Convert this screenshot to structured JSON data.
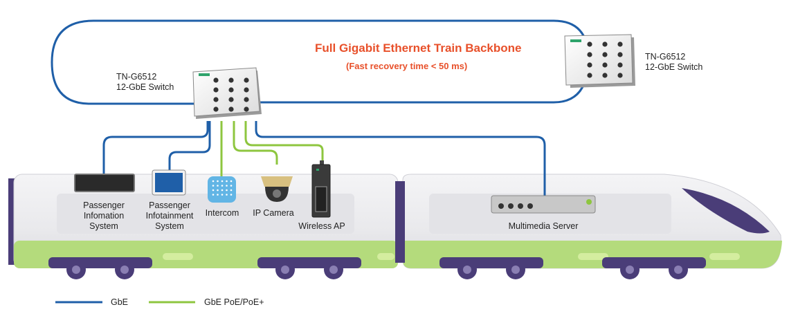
{
  "backbone": {
    "title": "Full Gigabit Ethernet Train Backbone",
    "subtitle": "(Fast recovery time < 50 ms)"
  },
  "switch_left": {
    "model": "TN-G6512",
    "desc": "12-GbE Switch"
  },
  "switch_right": {
    "model": "TN-G6512",
    "desc": "12-GbE Switch"
  },
  "devices": {
    "pis": {
      "line1": "Passenger",
      "line2": "Infomation",
      "line3": "System"
    },
    "pits": {
      "line1": "Passenger",
      "line2": "Infotainment",
      "line3": "System"
    },
    "intercom": "Intercom",
    "ipcam": "IP Camera",
    "wap": "Wireless AP",
    "server": "Multimedia Server"
  },
  "legend": {
    "gbe": "GbE",
    "poe": "GbE PoE/PoE+"
  },
  "colors": {
    "gbe": "#1f5fa8",
    "poe": "#8ec63f",
    "title": "#e8502a",
    "train_green": "#b4db7c",
    "bogie": "#4a3d78"
  }
}
